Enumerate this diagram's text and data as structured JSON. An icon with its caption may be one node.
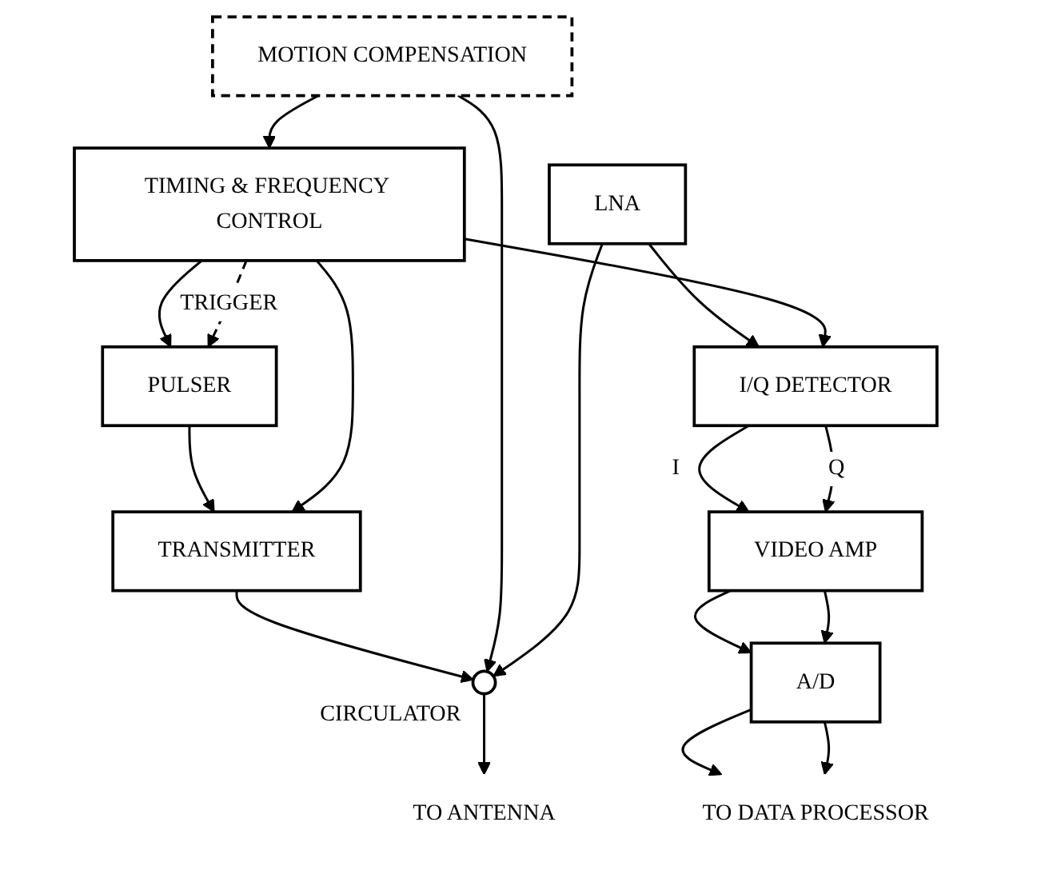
{
  "diagram": {
    "nodes": [
      {
        "text": [
          "TRANSMITTER"
        ]
      },
      {
        "text": [
          "PULSER"
        ]
      },
      {
        "text": [],
        "shape": "circle",
        "beside": [
          "CIRCULATOR"
        ]
      },
      {
        "text": [
          "TO ANTENNA"
        ]
      },
      {
        "text": [
          "MOTION COMPENSATION"
        ]
      },
      {
        "text": [
          "TIMING & FREQUENCY CONTROL"
        ]
      },
      {
        "text": [
          "LNA"
        ]
      },
      {
        "text": [
          "I/Q DETECTOR"
        ]
      },
      {
        "text": [
          "TO DATA PROCESSOR"
        ]
      },
      {
        "text": [
          "A/D"
        ]
      },
      {
        "text": [
          "VIDEO AMP"
        ]
      }
    ],
    "edges": [
      {
        "from": 1,
        "to": 0,
        "arrow": "to"
      },
      {
        "from": 5,
        "to": 0,
        "arrow": "to"
      },
      {
        "from": 5,
        "to": 1,
        "arrow": "to"
      },
      {
        "from": 5,
        "to": 1,
        "arrow": "to",
        "style": "dashed",
        "label": "TRIGGER"
      },
      {
        "from": 0,
        "to": 2,
        "arrow": "to"
      },
      {
        "from": 2,
        "to": 3,
        "arrow": "to"
      },
      {
        "from": 4,
        "to": 2,
        "arrow": "to"
      },
      {
        "from": 4,
        "to": 5,
        "arrow": "to"
      },
      {
        "from": 6,
        "to": 2,
        "arrow": "to"
      },
      {
        "from": 6,
        "to": 7,
        "arrow": "to"
      },
      {
        "from": 5,
        "to": 7,
        "arrow": "to"
      },
      {
        "from": 7,
        "to": 10,
        "arrow": "to",
        "label": "I"
      },
      {
        "from": 7,
        "to": 10,
        "arrow": "to",
        "label": "Q"
      },
      {
        "from": 10,
        "to": 9,
        "arrow": "to"
      },
      {
        "from": 10,
        "to": 9,
        "arrow": "to"
      },
      {
        "from": 9,
        "to": 8,
        "arrow": "to"
      },
      {
        "from": 9,
        "to": 8,
        "arrow": "to"
      }
    ]
  }
}
